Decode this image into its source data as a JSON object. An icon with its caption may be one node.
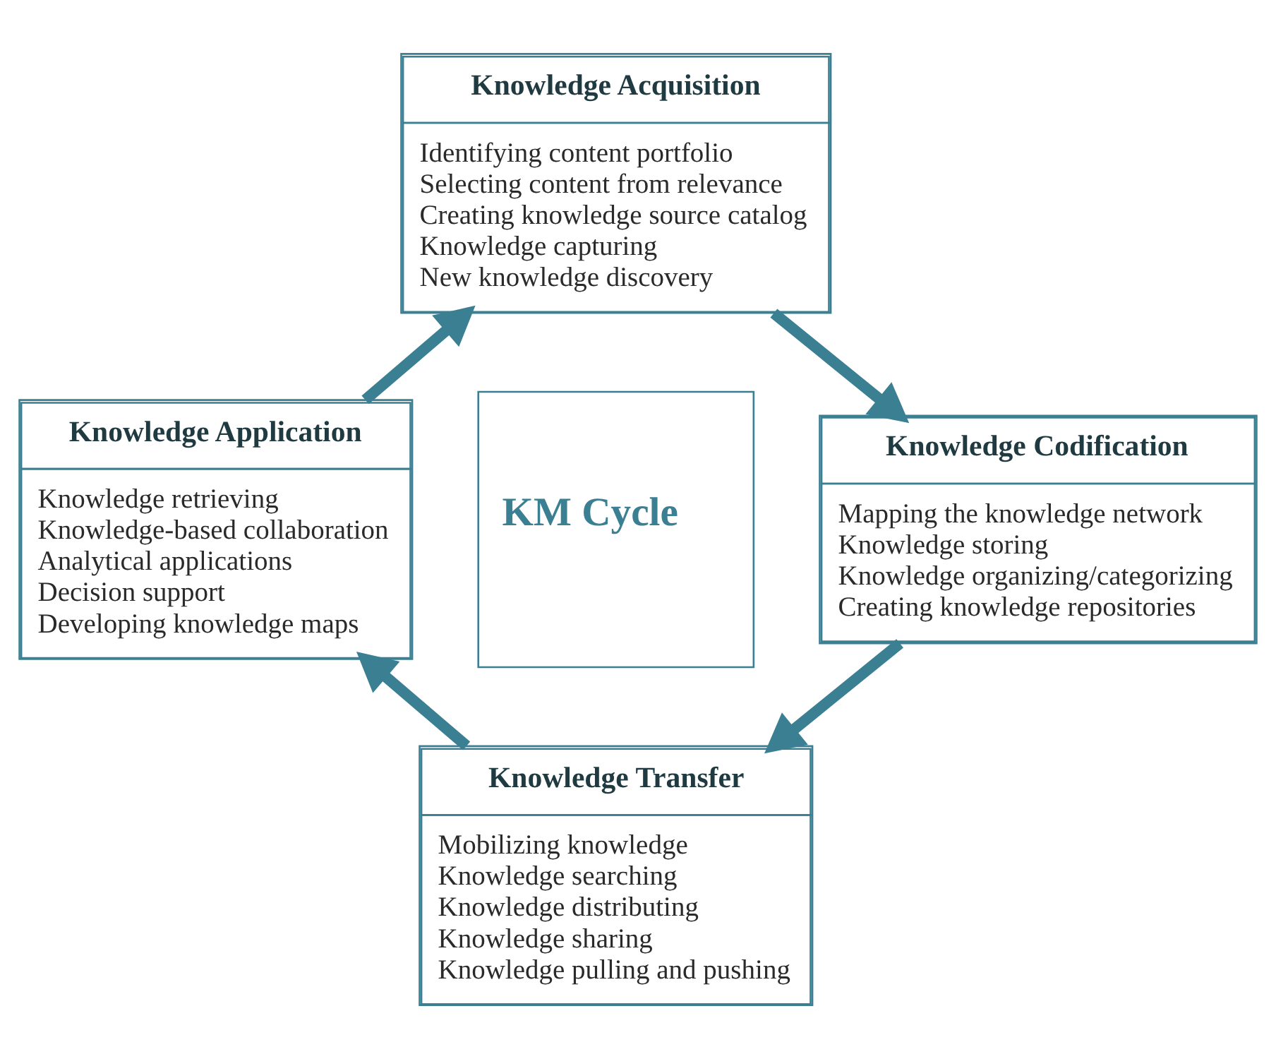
{
  "diagram": {
    "nodes": [
      {
        "text": [
          "Knowledge Acquisition",
          "Identifying content portfolio",
          "Selecting content from relevance",
          "Creating knowledge source catalog",
          "Knowledge capturing",
          "New knowledge discovery"
        ]
      },
      {
        "text": [
          "Knowledge Application",
          "Knowledge retrieving",
          "Knowledge-based collaboration",
          "Analytical applications",
          "Decision support",
          "Developing knowledge maps"
        ]
      },
      {
        "text": [
          "KM Cycle"
        ]
      },
      {
        "text": [
          "Knowledge Codification",
          "Mapping the knowledge network",
          "Knowledge storing",
          "Knowledge organizing/categorizing",
          "Creating knowledge repositories"
        ]
      },
      {
        "text": [
          "Knowledge Transfer",
          "Mobilizing knowledge",
          "Knowledge searching",
          "Knowledge distributing",
          "Knowledge sharing",
          "Knowledge pulling and pushing"
        ]
      }
    ],
    "edges": [
      {
        "from": 1,
        "to": 0,
        "arrow": "to"
      },
      {
        "from": 0,
        "to": 3,
        "arrow": "to"
      },
      {
        "from": 3,
        "to": 4,
        "arrow": "to"
      },
      {
        "from": 4,
        "to": 1,
        "arrow": "to"
      }
    ]
  }
}
